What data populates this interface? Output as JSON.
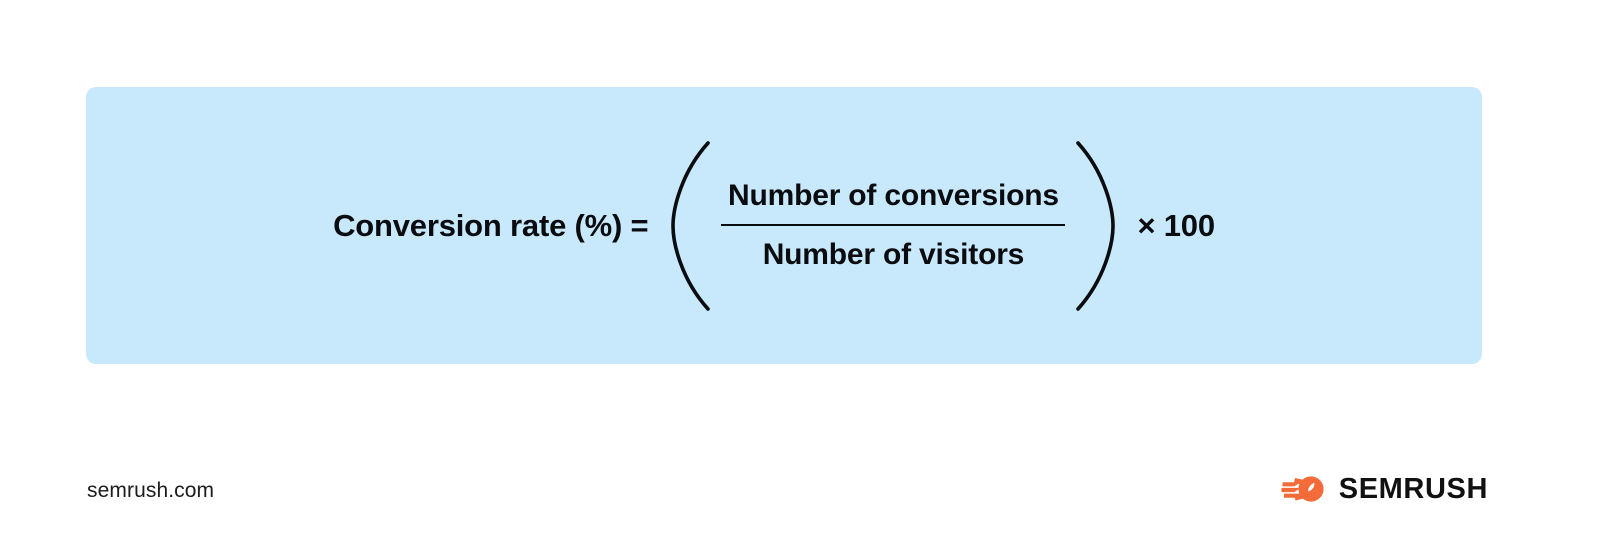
{
  "background_color": "#ffffff",
  "panel": {
    "background_color": "#c7e9fb",
    "formula": {
      "left_side": "Conversion rate (%) =",
      "numerator": "Number of conversions",
      "denominator": "Number of visitors",
      "multiplier": "× 100",
      "open_paren": "(",
      "close_paren": ")"
    }
  },
  "footer": {
    "url": "semrush.com",
    "brand_name": "SEMRUSH",
    "brand_color": "#f26b38",
    "brand_text_color": "#111111"
  }
}
